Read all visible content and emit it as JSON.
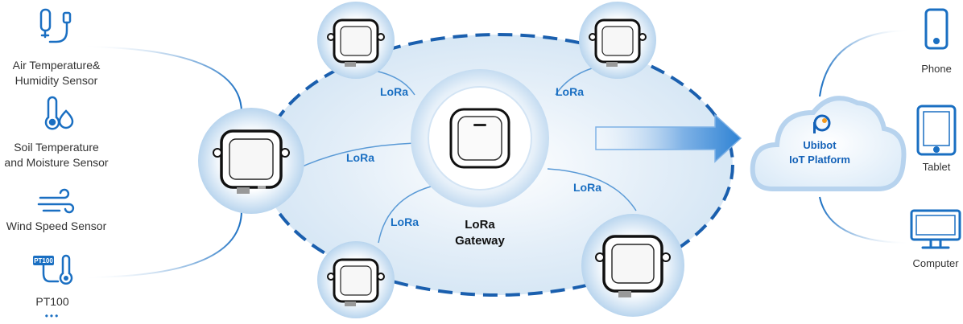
{
  "colors": {
    "accent": "#1a6fc2",
    "dark_blue": "#0d5aa7",
    "light_fill": "#dbe9f6",
    "node_glow": "#c9dff2",
    "cloud_accent": "#f39a1e"
  },
  "sensors": [
    {
      "label_lines": [
        "Air Temperature&",
        "Humidity Sensor"
      ],
      "icon": "temperature-humidity-probe-icon"
    },
    {
      "label_lines": [
        "Soil Temperature",
        "and Moisture Sensor"
      ],
      "icon": "thermometer-droplet-icon"
    },
    {
      "label_lines": [
        "Wind Speed Sensor"
      ],
      "icon": "wind-icon"
    },
    {
      "label_lines": [
        "PT100"
      ],
      "icon": "pt100-probe-icon",
      "badge": "PT100"
    }
  ],
  "more_indicator": "•••",
  "network": {
    "link_label": "LoRa",
    "gateway_label_lines": [
      "LoRa",
      "Gateway"
    ]
  },
  "platform": {
    "name_lines": [
      "Ubibot",
      "IoT Platform"
    ],
    "icon": "ubibot-logo-icon"
  },
  "devices": [
    {
      "label": "Phone",
      "icon": "phone-icon"
    },
    {
      "label": "Tablet",
      "icon": "tablet-icon"
    },
    {
      "label": "Computer",
      "icon": "computer-icon"
    }
  ]
}
